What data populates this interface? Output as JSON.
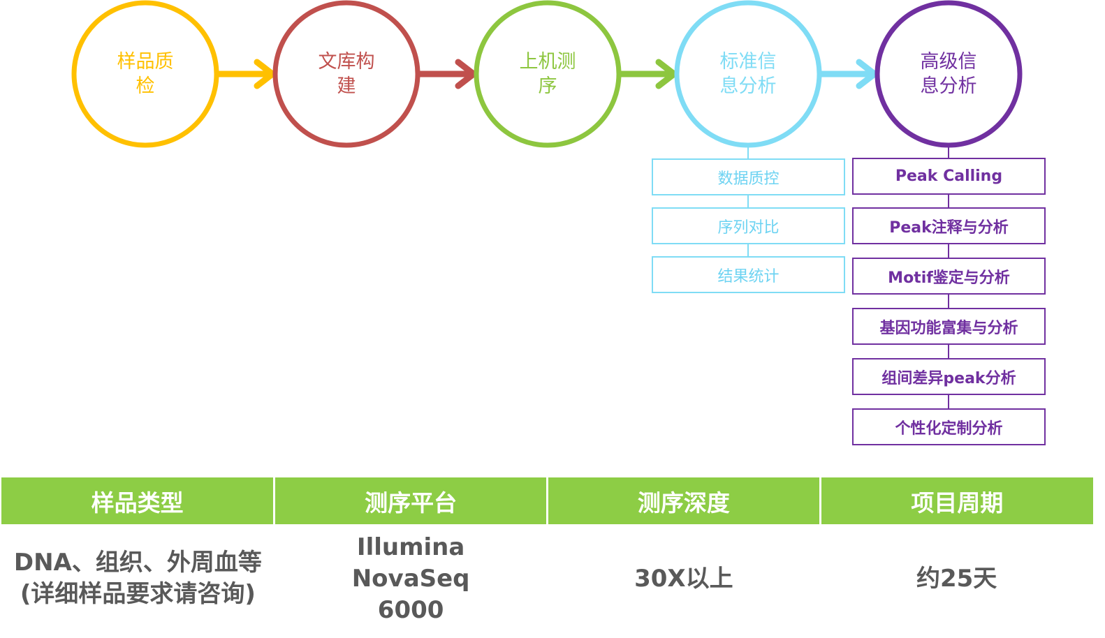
{
  "steps": [
    {
      "label": "样品质检",
      "color": "#ffc000"
    },
    {
      "label": "文库构建",
      "color": "#c0504d"
    },
    {
      "label": "上机测序",
      "color": "#8dc63f"
    },
    {
      "label": "标准信息分析",
      "color": "#7fdcf5"
    },
    {
      "label": "高级信息分析",
      "color": "#7030a0"
    }
  ],
  "standard_analysis": {
    "items": [
      "数据质控",
      "序列对比",
      "结果统计"
    ]
  },
  "advanced_analysis": {
    "items": [
      "Peak Calling",
      "Peak注释与分析",
      "Motif鉴定与分析",
      "基因功能富集与分析",
      "组间差异peak分析",
      "个性化定制分析"
    ]
  },
  "table": {
    "headers": [
      "样品类型",
      "测序平台",
      "测序深度",
      "项目周期"
    ],
    "row": [
      "DNA、组织、外周血等(详细样品要求请咨询)",
      "Illumina NovaSeq 6000",
      "30X以上",
      "约25天"
    ],
    "header_color": "#8dcd45"
  }
}
